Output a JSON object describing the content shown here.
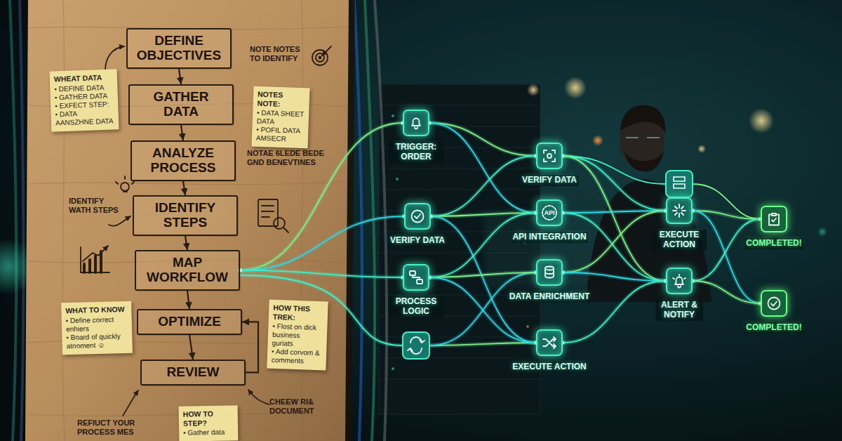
{
  "diagram": {
    "nodes": [
      {
        "text": [
          "DEFINE OBJECTIVES"
        ]
      },
      {
        "text": [
          "GATHER DATA"
        ]
      },
      {
        "text": [
          "ANALYZE PROCESS"
        ]
      },
      {
        "text": [
          "IDENTIFY STEPS"
        ]
      },
      {
        "text": [
          "MAP WORKFLOW"
        ]
      },
      {
        "text": [
          "OPTIMIZE"
        ]
      },
      {
        "text": [
          "REVIEW"
        ]
      },
      {
        "text": [
          "WHEAT DATA",
          "• DEFINE DATA",
          "• GATHER DATA",
          "• EXFECT STEP:",
          "• DATA AANSZHNE DATA"
        ]
      },
      {
        "text": [
          "NOTES NOTE:",
          "• DATA SHEET DATA",
          "• POFIL DATA AMSECR"
        ]
      },
      {
        "text": [
          "WHAT TO KNOW",
          "• Define correct enhiers",
          "• Board of quickly atnoment ☺"
        ]
      },
      {
        "text": [
          "HOW THIS TREK:",
          "• Flost on dick business guriats",
          "• Add corvom & comments"
        ]
      },
      {
        "text": [
          "HOW TO STEP?",
          "• Gather data"
        ]
      },
      {
        "text": [
          "TRIGGER: ORDER"
        ]
      },
      {
        "text": [
          "VERIFY DATA"
        ]
      },
      {
        "text": [
          "PROCESS LOGIC"
        ]
      },
      {
        "text": [
          "VERIFY DATA"
        ]
      },
      {
        "text": [
          "API",
          "API INTEGRATION"
        ]
      },
      {
        "text": [
          "DATA ENRICHMENT"
        ]
      },
      {
        "text": [
          "EXECUTE ACTION"
        ]
      },
      {
        "text": [
          "EXECUTE ACTION"
        ]
      },
      {
        "text": [
          "ALERT & NOTIFY"
        ]
      },
      {
        "text": [
          "COMPLETED!"
        ]
      },
      {
        "text": [
          "COMPLETED!"
        ]
      }
    ],
    "edges": [
      {
        "from": 0,
        "to": 1,
        "arrow": "to"
      },
      {
        "from": 1,
        "to": 2,
        "arrow": "to"
      },
      {
        "from": 2,
        "to": 3,
        "arrow": "to"
      },
      {
        "from": 3,
        "to": 4,
        "arrow": "to"
      },
      {
        "from": 4,
        "to": 5,
        "arrow": "to"
      },
      {
        "from": 5,
        "to": 6,
        "arrow": "to"
      },
      {
        "from": 6,
        "to": 5,
        "arrow": "to"
      },
      {
        "from": 4,
        "to": 12,
        "arrow": "none"
      },
      {
        "from": 4,
        "to": 13,
        "arrow": "none"
      },
      {
        "from": 4,
        "to": 14,
        "arrow": "none"
      },
      {
        "from": 12,
        "to": 15,
        "arrow": "none"
      },
      {
        "from": 12,
        "to": 16,
        "arrow": "none"
      },
      {
        "from": 13,
        "to": 15,
        "arrow": "none"
      },
      {
        "from": 13,
        "to": 16,
        "arrow": "none"
      },
      {
        "from": 13,
        "to": 18,
        "arrow": "none"
      },
      {
        "from": 14,
        "to": 16,
        "arrow": "none"
      },
      {
        "from": 14,
        "to": 17,
        "arrow": "none"
      },
      {
        "from": 14,
        "to": 18,
        "arrow": "none"
      },
      {
        "from": 15,
        "to": 19,
        "arrow": "none"
      },
      {
        "from": 15,
        "to": 20,
        "arrow": "none"
      },
      {
        "from": 16,
        "to": 19,
        "arrow": "none"
      },
      {
        "from": 16,
        "to": 20,
        "arrow": "none"
      },
      {
        "from": 17,
        "to": 19,
        "arrow": "none"
      },
      {
        "from": 17,
        "to": 20,
        "arrow": "none"
      },
      {
        "from": 18,
        "to": 20,
        "arrow": "none"
      },
      {
        "from": 19,
        "to": 21,
        "arrow": "none"
      },
      {
        "from": 19,
        "to": 22,
        "arrow": "none"
      },
      {
        "from": 20,
        "to": 21,
        "arrow": "none"
      },
      {
        "from": 20,
        "to": 22,
        "arrow": "none"
      }
    ],
    "labels": [
      "NOTE NOTES TO IDENTIFY",
      "NOTAE 6LEDE BEDE GND BENEVTINES",
      "IDENTIFY WATH STEPS",
      "REFIUCT YOUR PROCESS MES",
      "CHEEW RI& DOCUMENT"
    ]
  }
}
